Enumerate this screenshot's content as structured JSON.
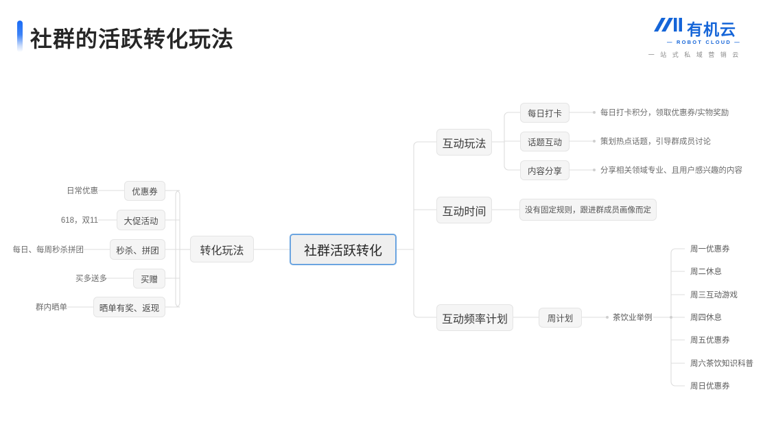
{
  "header": {
    "title": "社群的活跃转化玩法",
    "accent_color": "#1a6bf5"
  },
  "logo": {
    "icon": "robot-cloud-mark-icon",
    "name_cn": "有机云",
    "name_en": "— ROBOT CLOUD —",
    "tagline": "一 站 式 私 域 营 销 云",
    "color": "#1565d8"
  },
  "diagram": {
    "type": "mindmap",
    "center": {
      "label": "社群活跃转化",
      "border_color": "#6aa4e0",
      "fill_color": "#efefef"
    },
    "left_branch": {
      "label": "转化玩法",
      "children": [
        {
          "label": "优惠券",
          "note": "日常优惠"
        },
        {
          "label": "大促活动",
          "note": "618，双11"
        },
        {
          "label": "秒杀、拼团",
          "note": "每日、每周秒杀拼团"
        },
        {
          "label": "买赠",
          "note": "买多送多"
        },
        {
          "label": "晒单有奖、返现",
          "note": "群内晒单"
        }
      ]
    },
    "right_branches": [
      {
        "label": "互动玩法",
        "children": [
          {
            "label": "每日打卡",
            "desc": "每日打卡积分，领取优惠券/实物奖励"
          },
          {
            "label": "话题互动",
            "desc": "策划热点话题，引导群成员讨论"
          },
          {
            "label": "内容分享",
            "desc": "分享相关领域专业、且用户感兴趣的内容"
          }
        ]
      },
      {
        "label": "互动时间",
        "children": [
          {
            "label": "没有固定规则，跟进群成员画像而定"
          }
        ]
      },
      {
        "label": "互动频率计划",
        "children": [
          {
            "label": "周计划",
            "example_label": "茶饮业举例",
            "schedule": [
              "周一优惠券",
              "周二休息",
              "周三互动游戏",
              "周四休息",
              "周五优惠券",
              "周六茶饮知识科普",
              "周日优惠券"
            ]
          }
        ]
      }
    ]
  }
}
